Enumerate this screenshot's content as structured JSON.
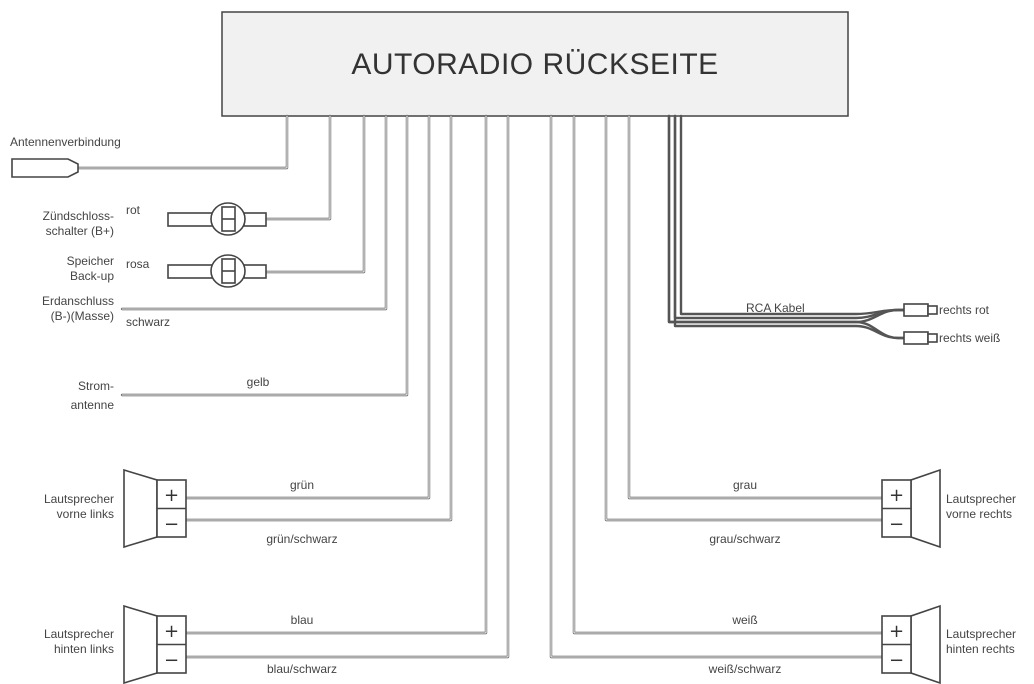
{
  "title": "AUTORADIO RÜCKSEITE",
  "labels": {
    "antenna": "Antennenverbindung",
    "ignition_1": "Zündschloss-",
    "ignition_2": "schalter (B+)",
    "ignition_color": "rot",
    "memory_1": "Speicher",
    "memory_2": "Back-up",
    "memory_color": "rosa",
    "ground_1": "Erdanschluss",
    "ground_2": "(B-)(Masse)",
    "ground_color": "schwarz",
    "power_antenna_1": "Strom-",
    "power_antenna_2": "antenne",
    "power_antenna_color": "gelb",
    "rca_cable": "RCA Kabel",
    "rca_right_red": "rechts rot",
    "rca_right_white": "rechts weiß"
  },
  "speakers": {
    "front_left": {
      "line1": "Lautsprecher",
      "line2": "vorne links",
      "plus_wire": "grün",
      "minus_wire": "grün/schwarz"
    },
    "rear_left": {
      "line1": "Lautsprecher",
      "line2": "hinten links",
      "plus_wire": "blau",
      "minus_wire": "blau/schwarz"
    },
    "front_right": {
      "line1": "Lautsprecher",
      "line2": "vorne rechts",
      "plus_wire": "grau",
      "minus_wire": "grau/schwarz"
    },
    "rear_right": {
      "line1": "Lautsprecher",
      "line2": "hinten rechts",
      "plus_wire": "weiß",
      "minus_wire": "weiß/schwarz"
    }
  },
  "symbols": {
    "plus": "+",
    "minus": "−"
  }
}
